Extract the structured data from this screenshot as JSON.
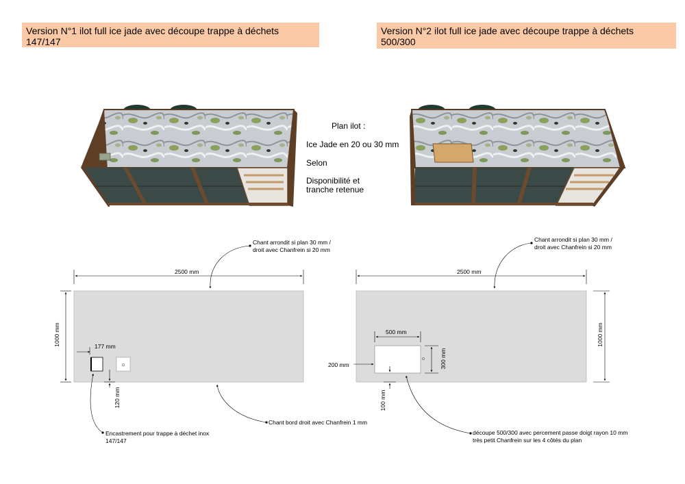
{
  "banners": {
    "v1_line1": "Version N°1  ilot full ice jade avec découpe trappe à déchets",
    "v1_line2": "147/147",
    "v2_line1": "Version N°2  ilot full ice jade avec découpe trappe à déchets",
    "v2_line2": "500/300"
  },
  "center_info": {
    "line1": "Plan ilot :",
    "line2": "Ice Jade en 20 ou 30 mm",
    "line3": "Selon",
    "line4": "Disponibilité et",
    "line5": "tranche retenue"
  },
  "plan1": {
    "width_dim": "2500 mm",
    "height_dim": "1000 mm",
    "offset_x_dim": "177 mm",
    "offset_y_dim": "120 mm",
    "edge_note_line1": "Chant arrondit si plan 30 mm /",
    "edge_note_line2": "droit avec Chanfrein si 20 mm",
    "bottom_note": "Chant bord droit avec Chanfrein 1 mm",
    "cutout_note_line1": "Encastrement pour trappe à déchet inox",
    "cutout_note_line2": "147/147"
  },
  "plan2": {
    "width_dim": "2500 mm",
    "height_dim": "1000 mm",
    "cutout_w_dim": "500 mm",
    "cutout_h_dim": "300 mm",
    "offset_x_dim": "200 mm",
    "offset_y_dim": "100 mm",
    "edge_note_line1": "Chant arrondit si plan 30 mm /",
    "edge_note_line2": "droit avec Chanfrein si 20 mm",
    "cutout_note_line1": "découpe 500/300 avec percement passe doigt rayon 10 mm",
    "cutout_note_line2": "très petit Chanfrein sur les 4 côtés du plan"
  },
  "colors": {
    "banner_bg": "#fbc9a6",
    "plan_fill": "#dcdcdc",
    "cabinet": "#3c4a47",
    "wood": "#6b4a2e",
    "marble_base": "#c9ccd0",
    "marble_green": "#7f9a4a"
  }
}
